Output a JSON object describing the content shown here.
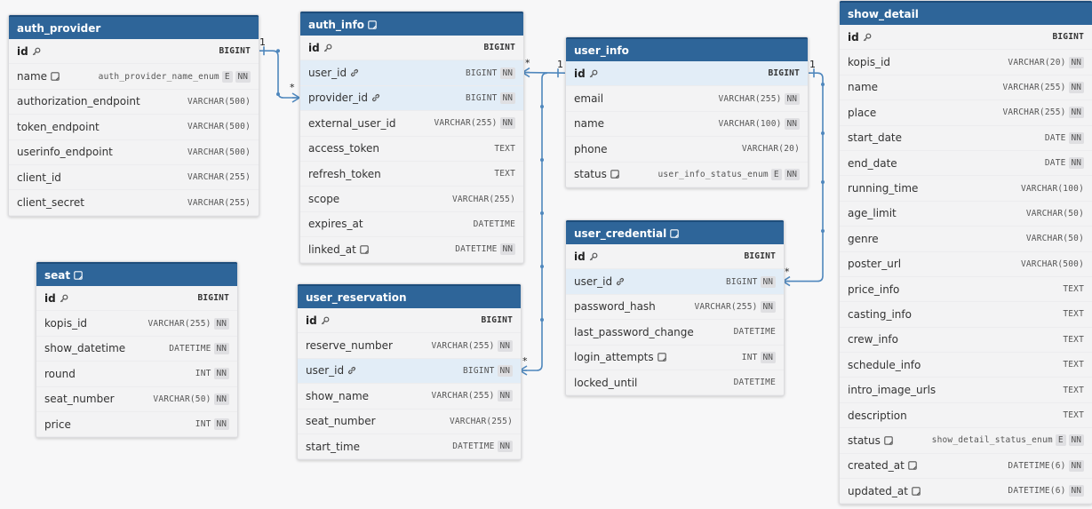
{
  "tables": [
    {
      "id": "t-auth-provider",
      "name": "auth_provider",
      "note": false,
      "columns": [
        {
          "name": "id",
          "type": "BIGINT",
          "pk": true
        },
        {
          "name": "name",
          "type": "auth_provider_name_enum",
          "note": true,
          "enum": true,
          "nn": true
        },
        {
          "name": "authorization_endpoint",
          "type": "VARCHAR(500)"
        },
        {
          "name": "token_endpoint",
          "type": "VARCHAR(500)"
        },
        {
          "name": "userinfo_endpoint",
          "type": "VARCHAR(500)"
        },
        {
          "name": "client_id",
          "type": "VARCHAR(255)"
        },
        {
          "name": "client_secret",
          "type": "VARCHAR(255)"
        }
      ]
    },
    {
      "id": "t-auth-info",
      "name": "auth_info",
      "note": true,
      "columns": [
        {
          "name": "id",
          "type": "BIGINT",
          "pk": true
        },
        {
          "name": "user_id",
          "type": "BIGINT",
          "fk": true,
          "nn": true,
          "highlight": true
        },
        {
          "name": "provider_id",
          "type": "BIGINT",
          "fk": true,
          "nn": true,
          "highlight": true
        },
        {
          "name": "external_user_id",
          "type": "VARCHAR(255)",
          "nn": true
        },
        {
          "name": "access_token",
          "type": "TEXT"
        },
        {
          "name": "refresh_token",
          "type": "TEXT"
        },
        {
          "name": "scope",
          "type": "VARCHAR(255)"
        },
        {
          "name": "expires_at",
          "type": "DATETIME"
        },
        {
          "name": "linked_at",
          "type": "DATETIME",
          "note": true,
          "nn": true
        }
      ]
    },
    {
      "id": "t-user-info",
      "name": "user_info",
      "note": false,
      "columns": [
        {
          "name": "id",
          "type": "BIGINT",
          "pk": true,
          "highlight": true
        },
        {
          "name": "email",
          "type": "VARCHAR(255)",
          "nn": true
        },
        {
          "name": "name",
          "type": "VARCHAR(100)",
          "nn": true
        },
        {
          "name": "phone",
          "type": "VARCHAR(20)"
        },
        {
          "name": "status",
          "type": "user_info_status_enum",
          "note": true,
          "enum": true,
          "nn": true
        }
      ]
    },
    {
      "id": "t-user-credential",
      "name": "user_credential",
      "note": true,
      "columns": [
        {
          "name": "id",
          "type": "BIGINT",
          "pk": true
        },
        {
          "name": "user_id",
          "type": "BIGINT",
          "fk": true,
          "nn": true,
          "highlight": true
        },
        {
          "name": "password_hash",
          "type": "VARCHAR(255)",
          "nn": true
        },
        {
          "name": "last_password_change",
          "type": "DATETIME"
        },
        {
          "name": "login_attempts",
          "type": "INT",
          "note": true,
          "nn": true
        },
        {
          "name": "locked_until",
          "type": "DATETIME"
        }
      ]
    },
    {
      "id": "t-seat",
      "name": "seat",
      "note": true,
      "columns": [
        {
          "name": "id",
          "type": "BIGINT",
          "pk": true
        },
        {
          "name": "kopis_id",
          "type": "VARCHAR(255)",
          "nn": true
        },
        {
          "name": "show_datetime",
          "type": "DATETIME",
          "nn": true
        },
        {
          "name": "round",
          "type": "INT",
          "nn": true
        },
        {
          "name": "seat_number",
          "type": "VARCHAR(50)",
          "nn": true
        },
        {
          "name": "price",
          "type": "INT",
          "nn": true
        }
      ]
    },
    {
      "id": "t-user-reservation",
      "name": "user_reservation",
      "note": false,
      "columns": [
        {
          "name": "id",
          "type": "BIGINT",
          "pk": true
        },
        {
          "name": "reserve_number",
          "type": "VARCHAR(255)",
          "nn": true
        },
        {
          "name": "user_id",
          "type": "BIGINT",
          "fk": true,
          "nn": true,
          "highlight": true
        },
        {
          "name": "show_name",
          "type": "VARCHAR(255)",
          "nn": true
        },
        {
          "name": "seat_number",
          "type": "VARCHAR(255)"
        },
        {
          "name": "start_time",
          "type": "DATETIME",
          "nn": true
        }
      ]
    },
    {
      "id": "t-show-detail",
      "name": "show_detail",
      "note": false,
      "columns": [
        {
          "name": "id",
          "type": "BIGINT",
          "pk": true
        },
        {
          "name": "kopis_id",
          "type": "VARCHAR(20)",
          "nn": true
        },
        {
          "name": "name",
          "type": "VARCHAR(255)",
          "nn": true
        },
        {
          "name": "place",
          "type": "VARCHAR(255)",
          "nn": true
        },
        {
          "name": "start_date",
          "type": "DATE",
          "nn": true
        },
        {
          "name": "end_date",
          "type": "DATE",
          "nn": true
        },
        {
          "name": "running_time",
          "type": "VARCHAR(100)"
        },
        {
          "name": "age_limit",
          "type": "VARCHAR(50)"
        },
        {
          "name": "genre",
          "type": "VARCHAR(50)"
        },
        {
          "name": "poster_url",
          "type": "VARCHAR(500)"
        },
        {
          "name": "price_info",
          "type": "TEXT"
        },
        {
          "name": "casting_info",
          "type": "TEXT"
        },
        {
          "name": "crew_info",
          "type": "TEXT"
        },
        {
          "name": "schedule_info",
          "type": "TEXT"
        },
        {
          "name": "intro_image_urls",
          "type": "TEXT"
        },
        {
          "name": "description",
          "type": "TEXT"
        },
        {
          "name": "status",
          "type": "show_detail_status_enum",
          "note": true,
          "enum": true,
          "nn": true
        },
        {
          "name": "created_at",
          "type": "DATETIME(6)",
          "note": true,
          "nn": true
        },
        {
          "name": "updated_at",
          "type": "DATETIME(6)",
          "note": true,
          "nn": true
        }
      ]
    }
  ],
  "relations": [
    {
      "id": "rel-auth-provider",
      "from": "auth_provider.id",
      "to": "auth_info.provider_id",
      "from_card": "1",
      "to_card": "*"
    },
    {
      "id": "rel-auth-info-user",
      "from": "auth_info.user_id",
      "to": "user_info.id",
      "from_card": "*",
      "to_card": "1"
    },
    {
      "id": "rel-reservation-user",
      "from": "user_reservation.user_id",
      "to": "user_info.id",
      "from_card": "*",
      "to_card": "1"
    },
    {
      "id": "rel-credential-user",
      "from": "user_credential.user_id",
      "to": "user_info.id",
      "from_card": "*",
      "to_card": "1"
    }
  ],
  "labels": {
    "nn": "NN",
    "enum": "E"
  },
  "colors": {
    "header": "#2e6599",
    "line": "#4f87bd",
    "highlight": "#e2edf7"
  }
}
